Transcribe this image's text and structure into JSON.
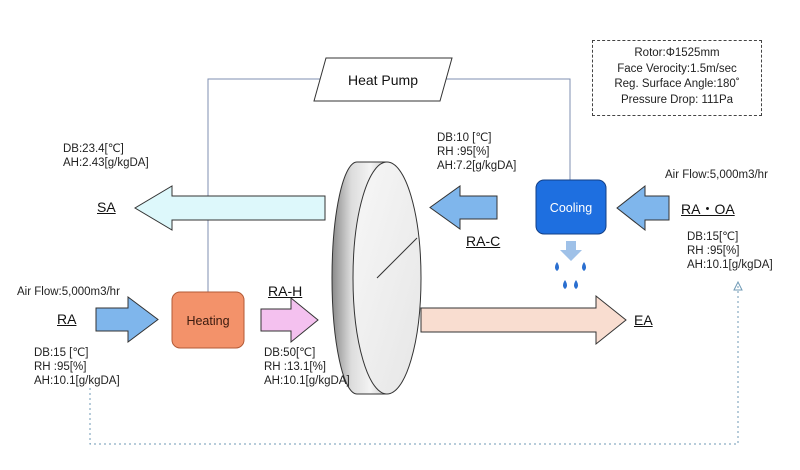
{
  "heat_pump": {
    "label": "Heat Pump"
  },
  "cooling": {
    "label": "Cooling"
  },
  "heating": {
    "label": "Heating"
  },
  "specs": {
    "rotor": "Rotor:Φ1525mm",
    "face_velocity": "Face Verocity:1.5m/sec",
    "surface_angle": "Reg. Surface Angle:180˚",
    "pressure_drop": "Pressure Drop: 111Pa"
  },
  "streams": {
    "sa": "SA",
    "ra": "RA",
    "ra_h": "RA-H",
    "ra_c": "RA-C",
    "ra_oa": "RA・OA",
    "ea": "EA"
  },
  "sa_state": {
    "ah": "AH:2.43[g/kgDA]",
    "db": "DB:23.4[℃]"
  },
  "rac_state": {
    "db": "DB:10 [℃]",
    "rh": "RH :95[%]",
    "ah": "AH:7.2[g/kgDA]"
  },
  "raoa_state": {
    "airflow": "Air Flow:5,000m3/hr",
    "db": "DB:15[℃]",
    "rh": "RH :95[%]",
    "ah": "AH:10.1[g/kgDA]"
  },
  "ra_state": {
    "airflow": "Air Flow:5,000m3/hr",
    "db": "DB:15 [℃]",
    "rh": "RH :95[%]",
    "ah": "AH:10.1[g/kgDA]"
  },
  "rah_state": {
    "db": "DB:50[℃]",
    "rh": "RH :13.1[%]",
    "ah": "AH:10.1[g/kgDA]"
  },
  "colors": {
    "sa_arrow": "#ddf8fb",
    "blue_arrow": "#7fb6ec",
    "pink_arrow": "#f4c1ef",
    "ea_arrow": "#f9ddd0",
    "cooling_box": "#1e6fe0",
    "heating_box": "#f3926a",
    "pipe_line": "#7f8fb0",
    "dotted_line": "#6f9ab6"
  }
}
